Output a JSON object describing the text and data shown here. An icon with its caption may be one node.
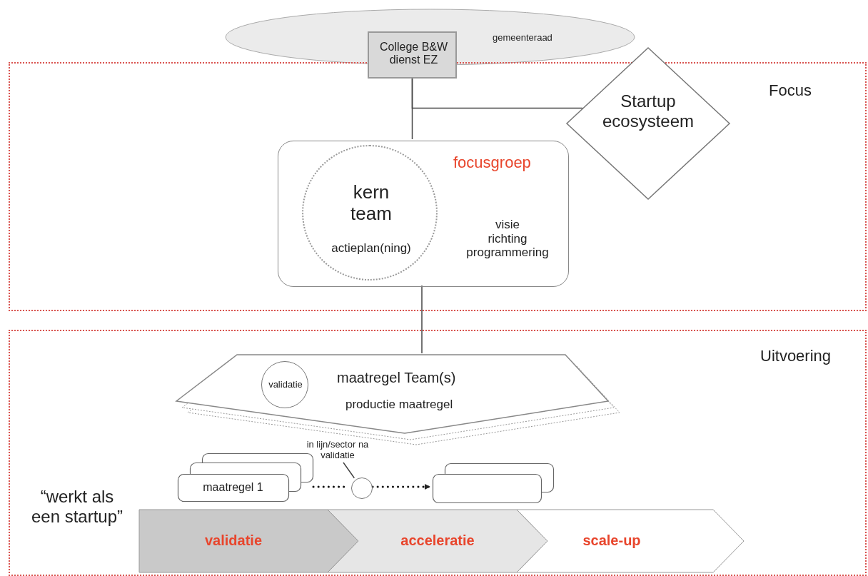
{
  "diagram": {
    "nodes": [
      {
        "text": [
          "gemeenteraad"
        ]
      },
      {
        "text": [
          "College B&W dienst EZ"
        ]
      },
      {
        "text": [
          "Focus"
        ]
      },
      {
        "text": [
          "Startup ecosysteem"
        ]
      },
      {
        "text": [
          "focusgroep",
          "visie richting programmering"
        ],
        "in": 2
      },
      {
        "text": [
          "kern team",
          "actieplan(ning)"
        ],
        "in": 4
      },
      {
        "text": [
          "Uitvoering"
        ]
      },
      {
        "text": [
          "maatregel Team(s)",
          "productie maatregel"
        ],
        "in": 6
      },
      {
        "text": [
          "validatie"
        ],
        "in": 7
      },
      {
        "text": [
          "maatregel 1"
        ],
        "in": 6
      },
      {
        "text": [],
        "shape": "circle",
        "in": 6
      },
      {
        "text": [
          "in lijn/sector na validatie"
        ],
        "in": 6
      },
      {
        "text": [],
        "shape": "box",
        "in": 6
      },
      {
        "text": [
          "validatie"
        ],
        "in": 6
      },
      {
        "text": [
          "acceleratie"
        ],
        "in": 6
      },
      {
        "text": [
          "scale-up"
        ],
        "in": 6
      }
    ],
    "edges": [
      {
        "from": 1,
        "to": 4,
        "arrow": "none"
      },
      {
        "from": 1,
        "to": 3,
        "arrow": "none"
      },
      {
        "from": 4,
        "to": 7,
        "arrow": "none"
      },
      {
        "from": 9,
        "to": 10,
        "arrow": "none",
        "style": "dashed"
      },
      {
        "from": 10,
        "to": 12,
        "arrow": "to",
        "style": "dashed"
      },
      {
        "from": 11,
        "to": 10,
        "arrow": "none"
      }
    ],
    "labels": [
      "“werkt als een startup”"
    ]
  }
}
